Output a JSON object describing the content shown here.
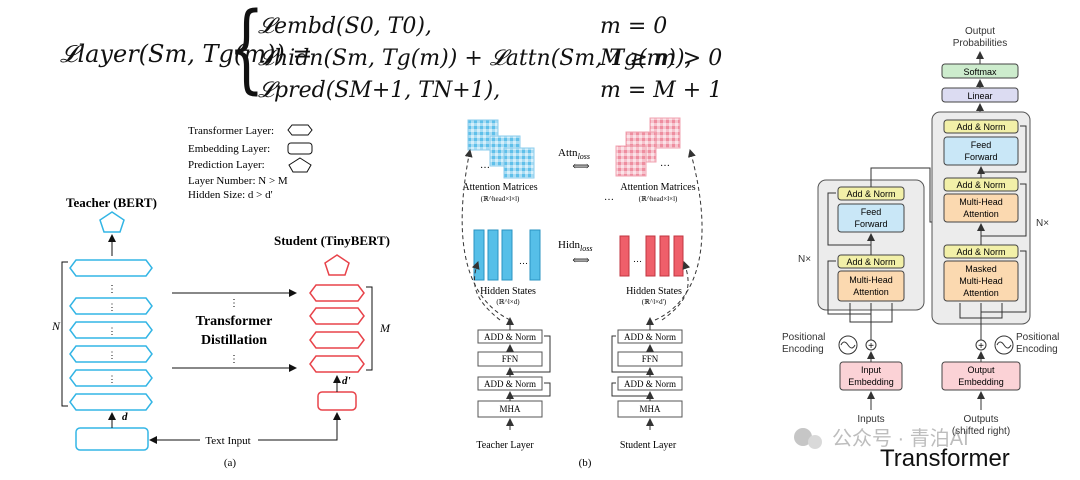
{
  "equation": {
    "lhs": "𝓛layer(Sm, Tg(m)) =",
    "rows": [
      {
        "expr": "𝓛embd(S0, T0),",
        "cond": "m = 0"
      },
      {
        "expr": "𝓛hidn(Sm, Tg(m)) + 𝓛attn(Sm, Tg(m)),",
        "cond": "M ≥ m > 0"
      },
      {
        "expr": "𝓛pred(SM+1, TN+1),",
        "cond": "m = M + 1"
      }
    ]
  },
  "panel_a": {
    "legend": {
      "transformer_layer": "Transformer Layer:",
      "embedding_layer": "Embedding Layer:",
      "prediction_layer": "Prediction Layer:",
      "layer_number": "Layer Number: N > M",
      "hidden_size": "Hidden Size: d > d'"
    },
    "teacher_title": "Teacher (BERT)",
    "student_title": "Student (TinyBERT)",
    "distill_line1": "Transformer",
    "distill_line2": "Distillation",
    "n_label": "N",
    "m_label": "M",
    "d_label": "d",
    "dprime_label": "d'",
    "text_input": "Text Input",
    "caption": "(a)",
    "dots": "⋮"
  },
  "panel_b": {
    "attn_loss": "Attn",
    "attn_loss_sub": "loss",
    "hidn_loss": "Hidn",
    "hidn_loss_sub": "loss",
    "attention_matrices": "Attention Matrices",
    "attn_dim_left": "(ℝ^head×l×l)",
    "attn_dim_right": "(ℝ^head×l×l)",
    "hidden_states": "Hidden States",
    "hidden_dim_left": "(ℝ^l×d)",
    "hidden_dim_right": "(ℝ^l×d')",
    "add_norm": "ADD & Norm",
    "ffn": "FFN",
    "mha": "MHA",
    "teacher_layer": "Teacher Layer",
    "student_layer": "Student Layer",
    "caption": "(b)",
    "ellipsis": "…"
  },
  "panel_c": {
    "output_probabilities_1": "Output",
    "output_probabilities_2": "Probabilities",
    "softmax": "Softmax",
    "linear": "Linear",
    "add_norm": "Add & Norm",
    "feed_forward_1": "Feed",
    "feed_forward_2": "Forward",
    "mha_1": "Multi-Head",
    "mha_2": "Attention",
    "masked_1": "Masked",
    "masked_2": "Multi-Head",
    "masked_3": "Attention",
    "nx": "N×",
    "positional_1": "Positional",
    "positional_2": "Encoding",
    "input_emb_1": "Input",
    "input_emb_2": "Embedding",
    "output_emb_1": "Output",
    "output_emb_2": "Embedding",
    "inputs": "Inputs",
    "outputs_1": "Outputs",
    "outputs_2": "(shifted right)",
    "title": "Transformer"
  },
  "watermark": "公众号 · 青泊AI",
  "colors": {
    "teacher": "#33b5e5",
    "student": "#e8434a",
    "addnorm": "#f2f0a8",
    "feedforward": "#c9e7f7",
    "attention": "#fbd9b0",
    "embedding": "#fbd2d6",
    "linear": "#dcdcf2",
    "softmax": "#cdeccd",
    "block_bg": "#ececec"
  }
}
